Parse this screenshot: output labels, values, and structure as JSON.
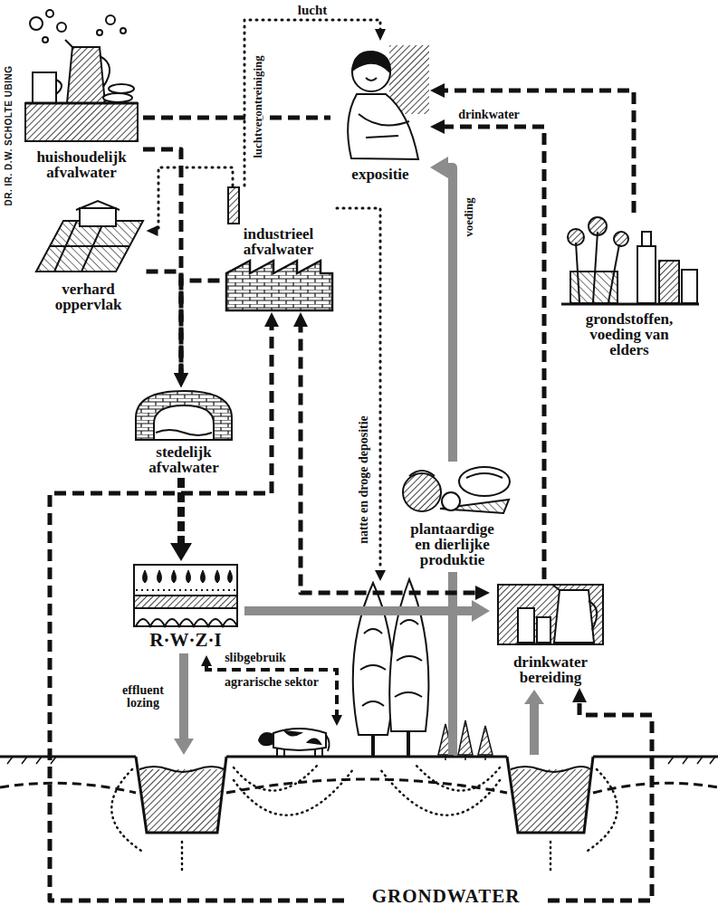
{
  "diagram": {
    "nodes": [
      {
        "text": [
          "huishoudelijk afvalwater"
        ]
      },
      {
        "text": [
          "expositie"
        ]
      },
      {
        "text": [
          "industrieel afvalwater"
        ]
      },
      {
        "text": [
          "verhard oppervlak"
        ]
      },
      {
        "text": [
          "grondstoffen, voeding van elders"
        ]
      },
      {
        "text": [
          "stedelijk afvalwater"
        ]
      },
      {
        "text": [
          "plantaardige en dierlijke produktie"
        ]
      },
      {
        "text": [
          "R·W·Z·I"
        ]
      },
      {
        "text": [
          "drinkwater bereiding"
        ]
      },
      {
        "text": [
          "GRONDWATER"
        ]
      }
    ],
    "edges": [
      {
        "from": 0,
        "to": 1,
        "arrow": "none"
      },
      {
        "from": 0,
        "to": 5,
        "arrow": "to"
      },
      {
        "from": 3,
        "to": 5,
        "arrow": "to"
      },
      {
        "from": 2,
        "to": 5,
        "arrow": "to"
      },
      {
        "from": 2,
        "to": 3,
        "arrow": "to"
      },
      {
        "from": 2,
        "to": 1,
        "label": "luchtverontreiniging",
        "arrow": "to"
      },
      {
        "from": 2,
        "to": 8,
        "arrow": "both"
      },
      {
        "from": 9,
        "to": 2,
        "arrow": "to"
      },
      {
        "from": 5,
        "to": 7,
        "arrow": "to"
      },
      {
        "from": 7,
        "to": 8,
        "arrow": "to"
      },
      {
        "from": 6,
        "to": 1,
        "label": "voeding",
        "arrow": "to"
      },
      {
        "from": 8,
        "to": 1,
        "label": "drinkwater",
        "arrow": "to"
      },
      {
        "from": 4,
        "to": 1,
        "arrow": "to"
      },
      {
        "from": 9,
        "to": 8,
        "arrow": "to"
      }
    ],
    "labels": [
      "DR. IR. D.W. SCHOLTE UBING",
      "lucht",
      "natte en droge depositie",
      "slibgebruik",
      "agrarische sektor",
      "effluent lozing"
    ]
  }
}
